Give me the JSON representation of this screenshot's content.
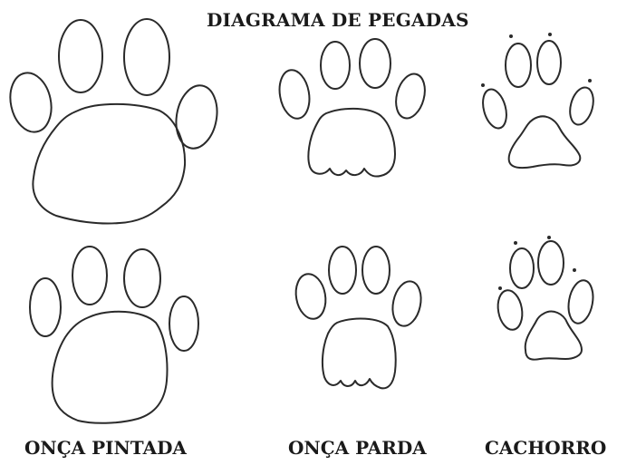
{
  "title": "DIAGRAMA DE PEGADAS",
  "labels": {
    "jaguar": "ONÇA PINTADA",
    "puma": "ONÇA PARDA",
    "dog": "CACHORRO"
  },
  "prints": [
    {
      "animal": "ONÇA PINTADA",
      "row": "top"
    },
    {
      "animal": "ONÇA PINTADA",
      "row": "bottom"
    },
    {
      "animal": "ONÇA PARDA",
      "row": "top"
    },
    {
      "animal": "ONÇA PARDA",
      "row": "bottom"
    },
    {
      "animal": "CACHORRO",
      "row": "top"
    },
    {
      "animal": "CACHORRO",
      "row": "bottom"
    }
  ]
}
